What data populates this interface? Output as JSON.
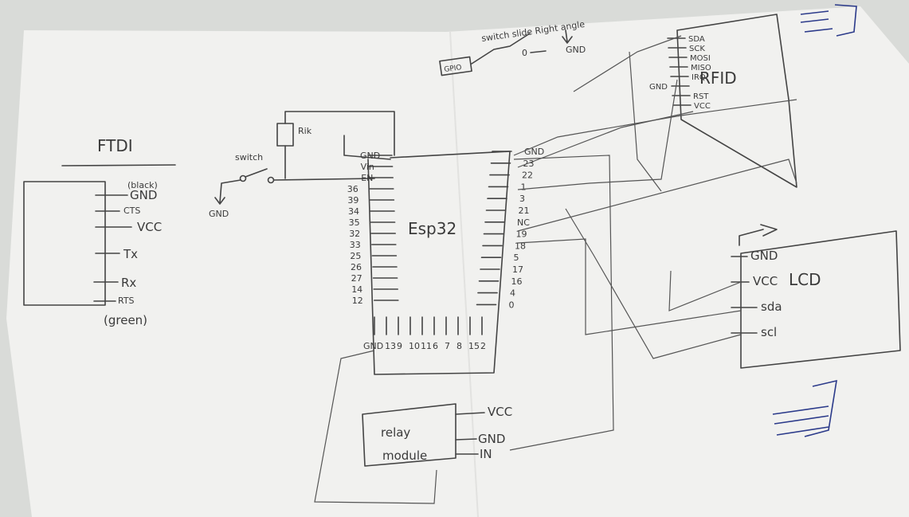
{
  "ftdi": {
    "title": "FTDI",
    "pins": [
      "(black)",
      "GND",
      "CTS",
      "VCC",
      "Tx",
      "Rx",
      "RTS",
      "(green)"
    ]
  },
  "esp32": {
    "title": "Esp32",
    "left_pins": [
      "GND",
      "Vin",
      "EN",
      "36",
      "39",
      "34",
      "35",
      "32",
      "33",
      "25",
      "26",
      "27",
      "14",
      "12"
    ],
    "right_pins": [
      "GND",
      "23",
      "22",
      "1",
      "3",
      "21",
      "NC",
      "19",
      "18",
      "5",
      "17",
      "16",
      "4",
      "0"
    ],
    "bottom_pins": [
      "GND",
      "13",
      "9",
      "10",
      "11",
      "6",
      "7",
      "8",
      "15",
      "2"
    ]
  },
  "resistor": {
    "label": "Rik"
  },
  "switch_left": {
    "label": "switch",
    "gnd": "GND"
  },
  "switch_top": {
    "label": "switch slide Right angle",
    "gnd": "GND",
    "zero": "0",
    "gpio": "GPIO"
  },
  "rfid": {
    "title": "RFID",
    "pins": [
      "SDA",
      "SCK",
      "MOSI",
      "MISO",
      "IRQ",
      "GND",
      "RST",
      "VCC"
    ]
  },
  "lcd": {
    "title": "LCD",
    "pins": [
      "GND",
      "VCC",
      "sda",
      "scl"
    ]
  },
  "relay": {
    "title_line1": "relay",
    "title_line2": "module",
    "pins": [
      "VCC",
      "GND",
      "IN"
    ]
  }
}
